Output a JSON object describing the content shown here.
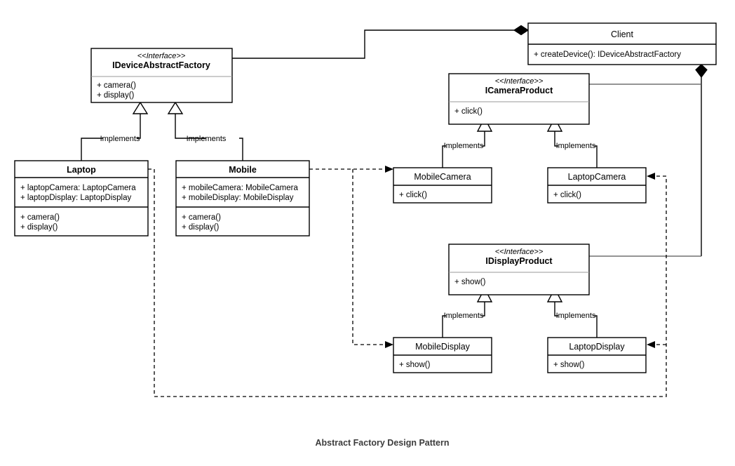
{
  "diagram": {
    "caption": "Abstract Factory Design Pattern",
    "stereotype_interface": "<<Interface>>",
    "relationship_label": "Implements",
    "colors": {
      "line": "#000000",
      "box_fill": "#ffffff",
      "box_stroke": "#000000",
      "divider": "#999999",
      "caption_text": "#3c3c3c"
    },
    "classes": {
      "client": {
        "name": "Client",
        "members": [
          "+ createDevice(): IDeviceAbstractFactory"
        ]
      },
      "device_abstract_factory": {
        "stereotype": "<<Interface>>",
        "name": "IDeviceAbstractFactory",
        "members": [
          "+ camera()",
          "+ display()"
        ]
      },
      "laptop": {
        "name": "Laptop",
        "attributes": [
          "+ laptopCamera: LaptopCamera",
          "+ laptopDisplay: LaptopDisplay"
        ],
        "operations": [
          "+ camera()",
          "+ display()"
        ]
      },
      "mobile": {
        "name": "Mobile",
        "attributes": [
          "+ mobileCamera: MobileCamera",
          "+ mobileDisplay: MobileDisplay"
        ],
        "operations": [
          "+ camera()",
          "+ display()"
        ]
      },
      "camera_product": {
        "stereotype": "<<Interface>>",
        "name": "ICameraProduct",
        "members": [
          "+ click()"
        ]
      },
      "mobile_camera": {
        "name": "MobileCamera",
        "members": [
          "+ click()"
        ]
      },
      "laptop_camera": {
        "name": "LaptopCamera",
        "members": [
          "+ click()"
        ]
      },
      "display_product": {
        "stereotype": "<<Interface>>",
        "name": "IDisplayProduct",
        "members": [
          "+ show()"
        ]
      },
      "mobile_display": {
        "name": "MobileDisplay",
        "members": [
          "+ show()"
        ]
      },
      "laptop_display": {
        "name": "LaptopDisplay",
        "members": [
          "+ show()"
        ]
      }
    },
    "edge_labels": {
      "laptop_implements": "Implements",
      "mobile_implements": "Implements",
      "mobile_camera_implements": "Implements",
      "laptop_camera_implements": "Implements",
      "mobile_display_implements": "Implements",
      "laptop_display_implements": "Implements"
    }
  }
}
